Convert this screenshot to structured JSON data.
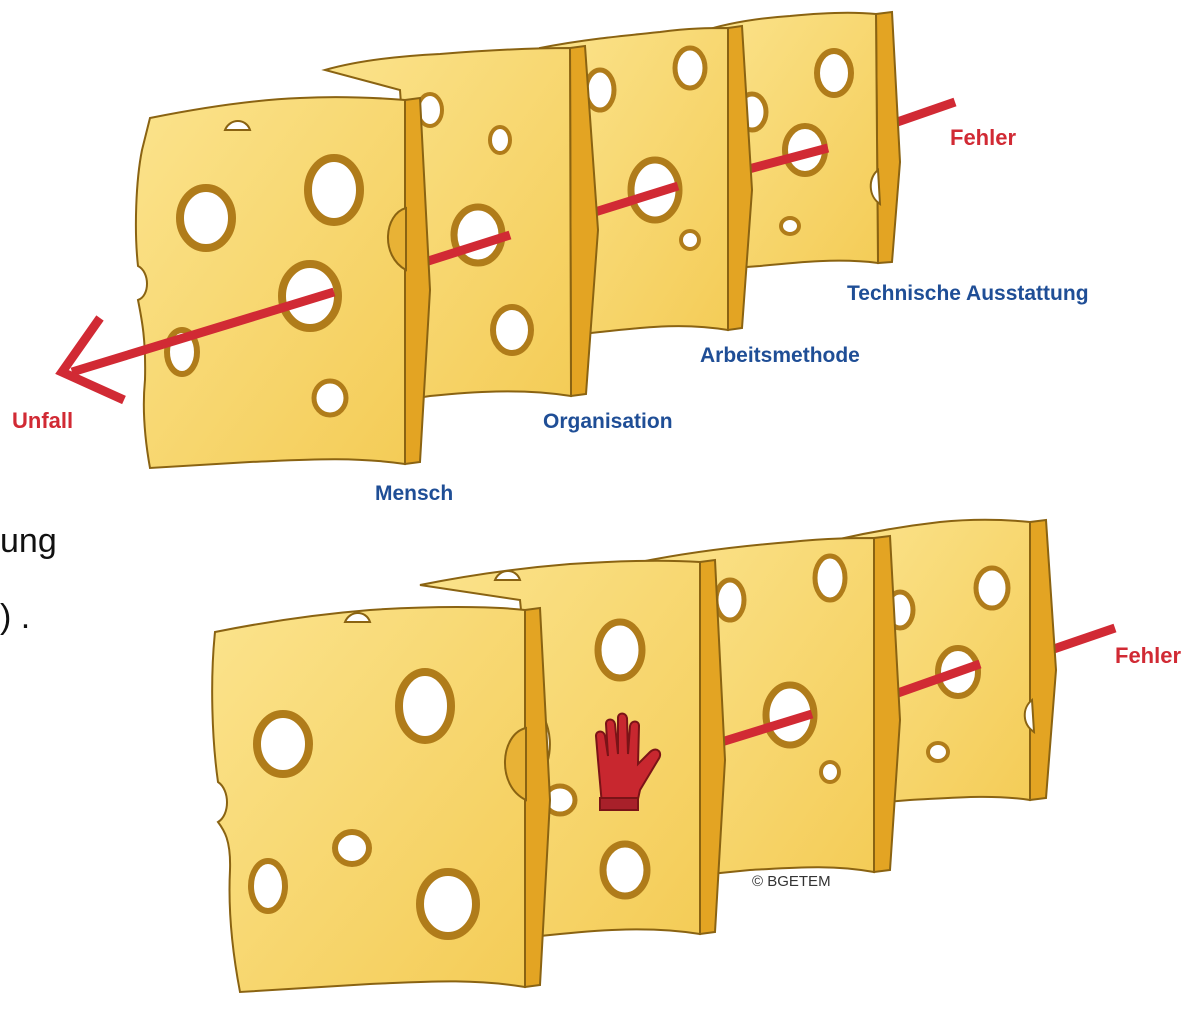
{
  "top_diagram": {
    "labels": {
      "accident": "Unfall",
      "error": "Fehler",
      "layer_1": "Mensch",
      "layer_2": "Organisation",
      "layer_3": "Arbeitsmethode",
      "layer_4": "Technische Ausstattung"
    }
  },
  "bottom_diagram": {
    "labels": {
      "error": "Fehler",
      "copyright": "© BGETEM"
    }
  },
  "slide_text_fragments": {
    "line_1": "ung",
    "line_2": ") ."
  },
  "colors": {
    "cheese_face": "#f7d56a",
    "cheese_side": "#e3a423",
    "cheese_outline": "#8a6312",
    "error_path": "#d12a34",
    "label_blue": "#1f4e96",
    "label_red": "#d12a34",
    "glove": "#c8272f"
  }
}
